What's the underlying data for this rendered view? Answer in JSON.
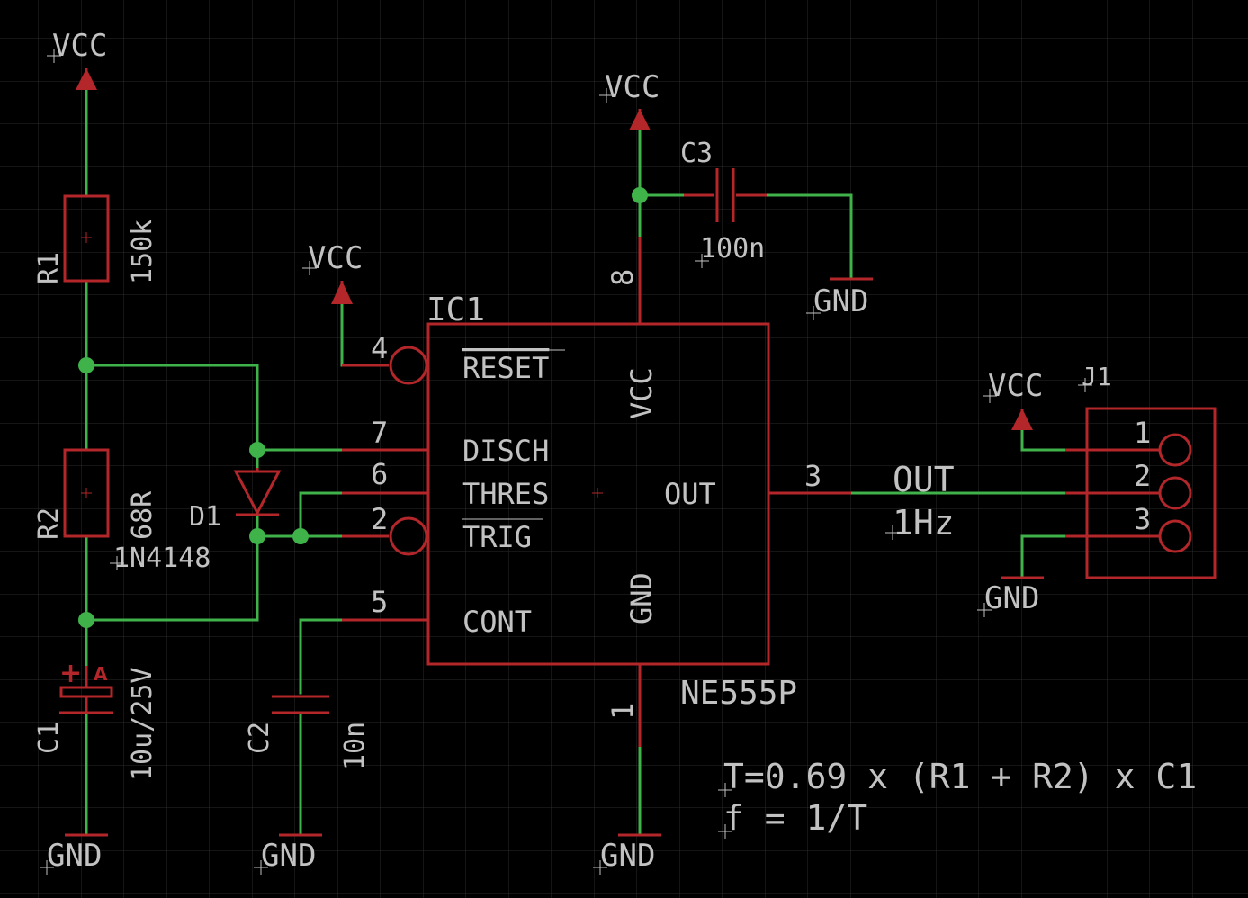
{
  "colors": {
    "background": "#000000",
    "grid": "#2a2a2a",
    "net": "#3fb24a",
    "part": "#b3262a",
    "text": "#c2c2c2"
  },
  "supplies": {
    "vcc": "VCC",
    "gnd": "GND"
  },
  "ic1": {
    "name": "IC1",
    "value": "NE555P",
    "pins": {
      "reset": {
        "num": "4",
        "label": "RESET"
      },
      "disch": {
        "num": "7",
        "label": "DISCH"
      },
      "thres": {
        "num": "6",
        "label": "THRES"
      },
      "trig": {
        "num": "2",
        "label": "TRIG"
      },
      "cont": {
        "num": "5",
        "label": "CONT"
      },
      "vcc": {
        "num": "8",
        "label": "VCC"
      },
      "gnd": {
        "num": "1",
        "label": "GND"
      },
      "out": {
        "num": "3",
        "label": "OUT"
      }
    }
  },
  "r1": {
    "name": "R1",
    "value": "150k"
  },
  "r2": {
    "name": "R2",
    "value": "68R"
  },
  "d1": {
    "name": "D1",
    "value": "1N4148"
  },
  "c1": {
    "name": "C1",
    "value": "10u/25V",
    "polarity": "+",
    "anode_mark": "A"
  },
  "c2": {
    "name": "C2",
    "value": "10n"
  },
  "c3": {
    "name": "C3",
    "value": "100n"
  },
  "j1": {
    "name": "J1",
    "pins": [
      "1",
      "2",
      "3"
    ]
  },
  "out_net": {
    "name": "OUT",
    "freq": "1Hz"
  },
  "notes": {
    "line1": "T=0.69 x (R1 + R2) x C1",
    "line2": "f = 1/T"
  }
}
